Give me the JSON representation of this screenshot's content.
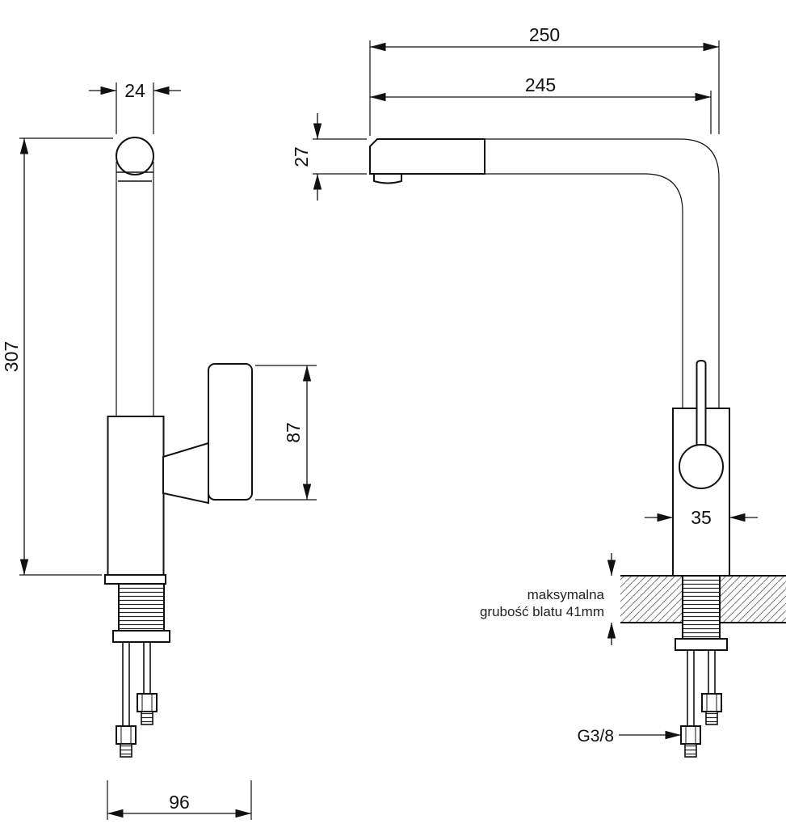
{
  "dims": {
    "d24": "24",
    "d250": "250",
    "d245": "245",
    "d27": "27",
    "d307": "307",
    "d87": "87",
    "d35": "35",
    "d96": "96"
  },
  "labels": {
    "thread": "G3/8",
    "note_line1": "maksymalna",
    "note_line2": "grubość blatu 41mm"
  }
}
